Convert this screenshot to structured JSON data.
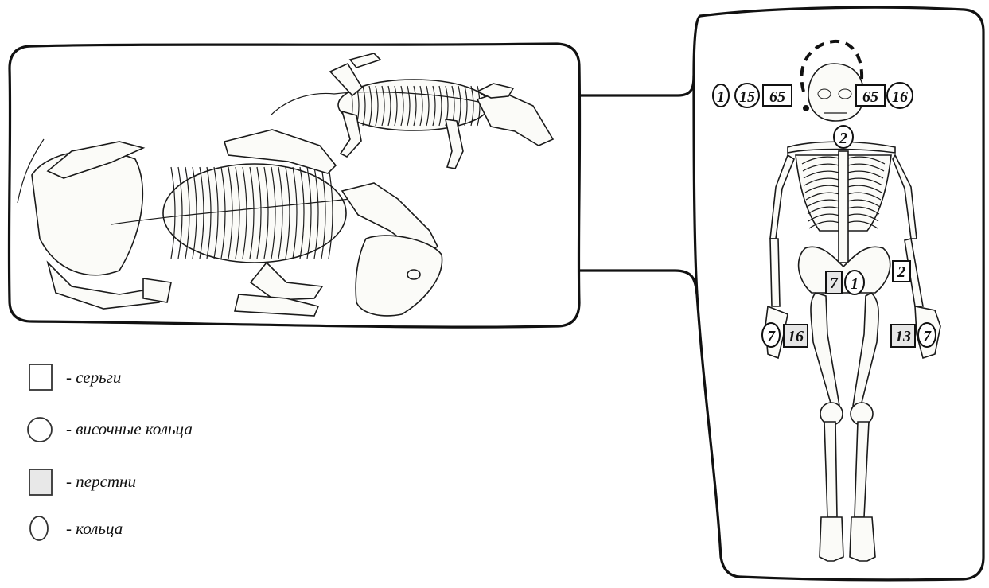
{
  "legend": [
    {
      "shape": "square",
      "text": "- серьги"
    },
    {
      "shape": "circle",
      "text": "- височные кольца"
    },
    {
      "shape": "square-shaded",
      "text": "- перстни"
    },
    {
      "shape": "oval",
      "text": "- кольца"
    }
  ],
  "markers": {
    "head_left_1": "1",
    "head_left_15": "15",
    "head_left_65": "65",
    "head_right_65": "65",
    "head_right_16": "16",
    "neck_2": "2",
    "pelvis_7": "7",
    "pelvis_1": "1",
    "hip_right_2": "2",
    "hand_left_7": "7",
    "hand_left_16": "16",
    "hand_right_13": "13",
    "hand_right_7": "7"
  },
  "colors": {
    "ink": "#111111",
    "paper": "#ffffff",
    "bone": "#fbfbf8",
    "shade": "#e6e6e6"
  }
}
